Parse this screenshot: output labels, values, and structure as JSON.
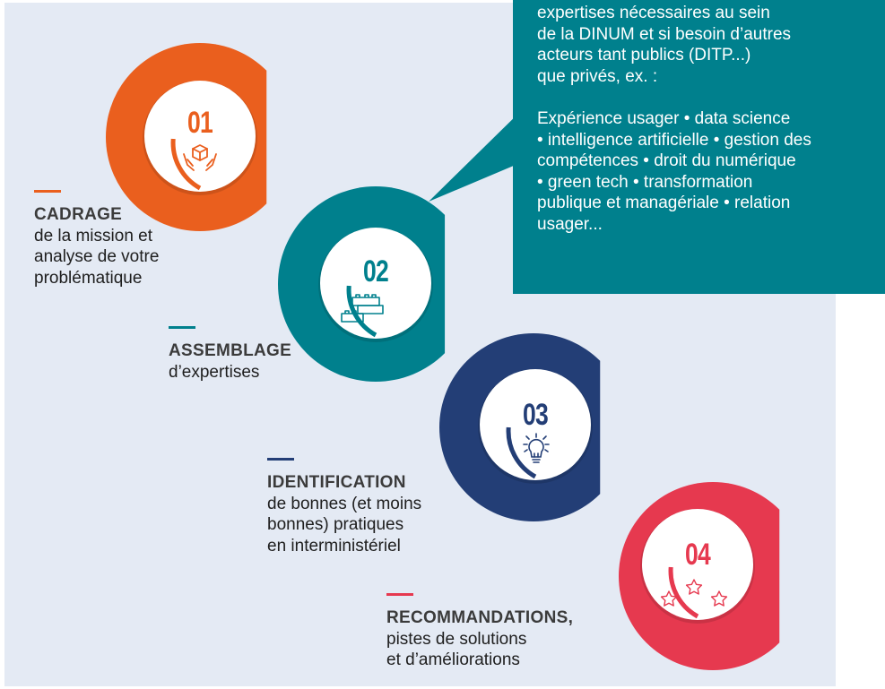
{
  "colors": {
    "background": "#e4eaf4",
    "callout": "#00808d",
    "step1": "#ea5f1e",
    "step2": "#00808d",
    "step3": "#233e76",
    "step4": "#e6394f"
  },
  "callout": {
    "text_top": "expertises nécessaires au sein\nde la DINUM et si besoin d’autres\nacteurs tant publics (DITP...)\nque privés, ex. :",
    "text_bottom": "Expérience usager • data science\n• intelligence artificielle • gestion des\ncompétences • droit du numérique\n• green tech • transformation\npublique et managériale • relation\nusager..."
  },
  "steps": [
    {
      "number": "01",
      "icon": "hands-holding-box-icon",
      "title": "CADRAGE",
      "description": "de la mission et\nanalyse de votre\nproblématique"
    },
    {
      "number": "02",
      "icon": "building-blocks-icon",
      "title": "ASSEMBLAGE",
      "description": "d’expertises"
    },
    {
      "number": "03",
      "icon": "lightbulb-icon",
      "title": "IDENTIFICATION",
      "description": "de bonnes (et moins\nbonnes) pratiques\nen interministériel"
    },
    {
      "number": "04",
      "icon": "three-stars-icon",
      "title": "RECOMMANDATIONS,",
      "description": "pistes de solutions\net d’améliorations"
    }
  ]
}
